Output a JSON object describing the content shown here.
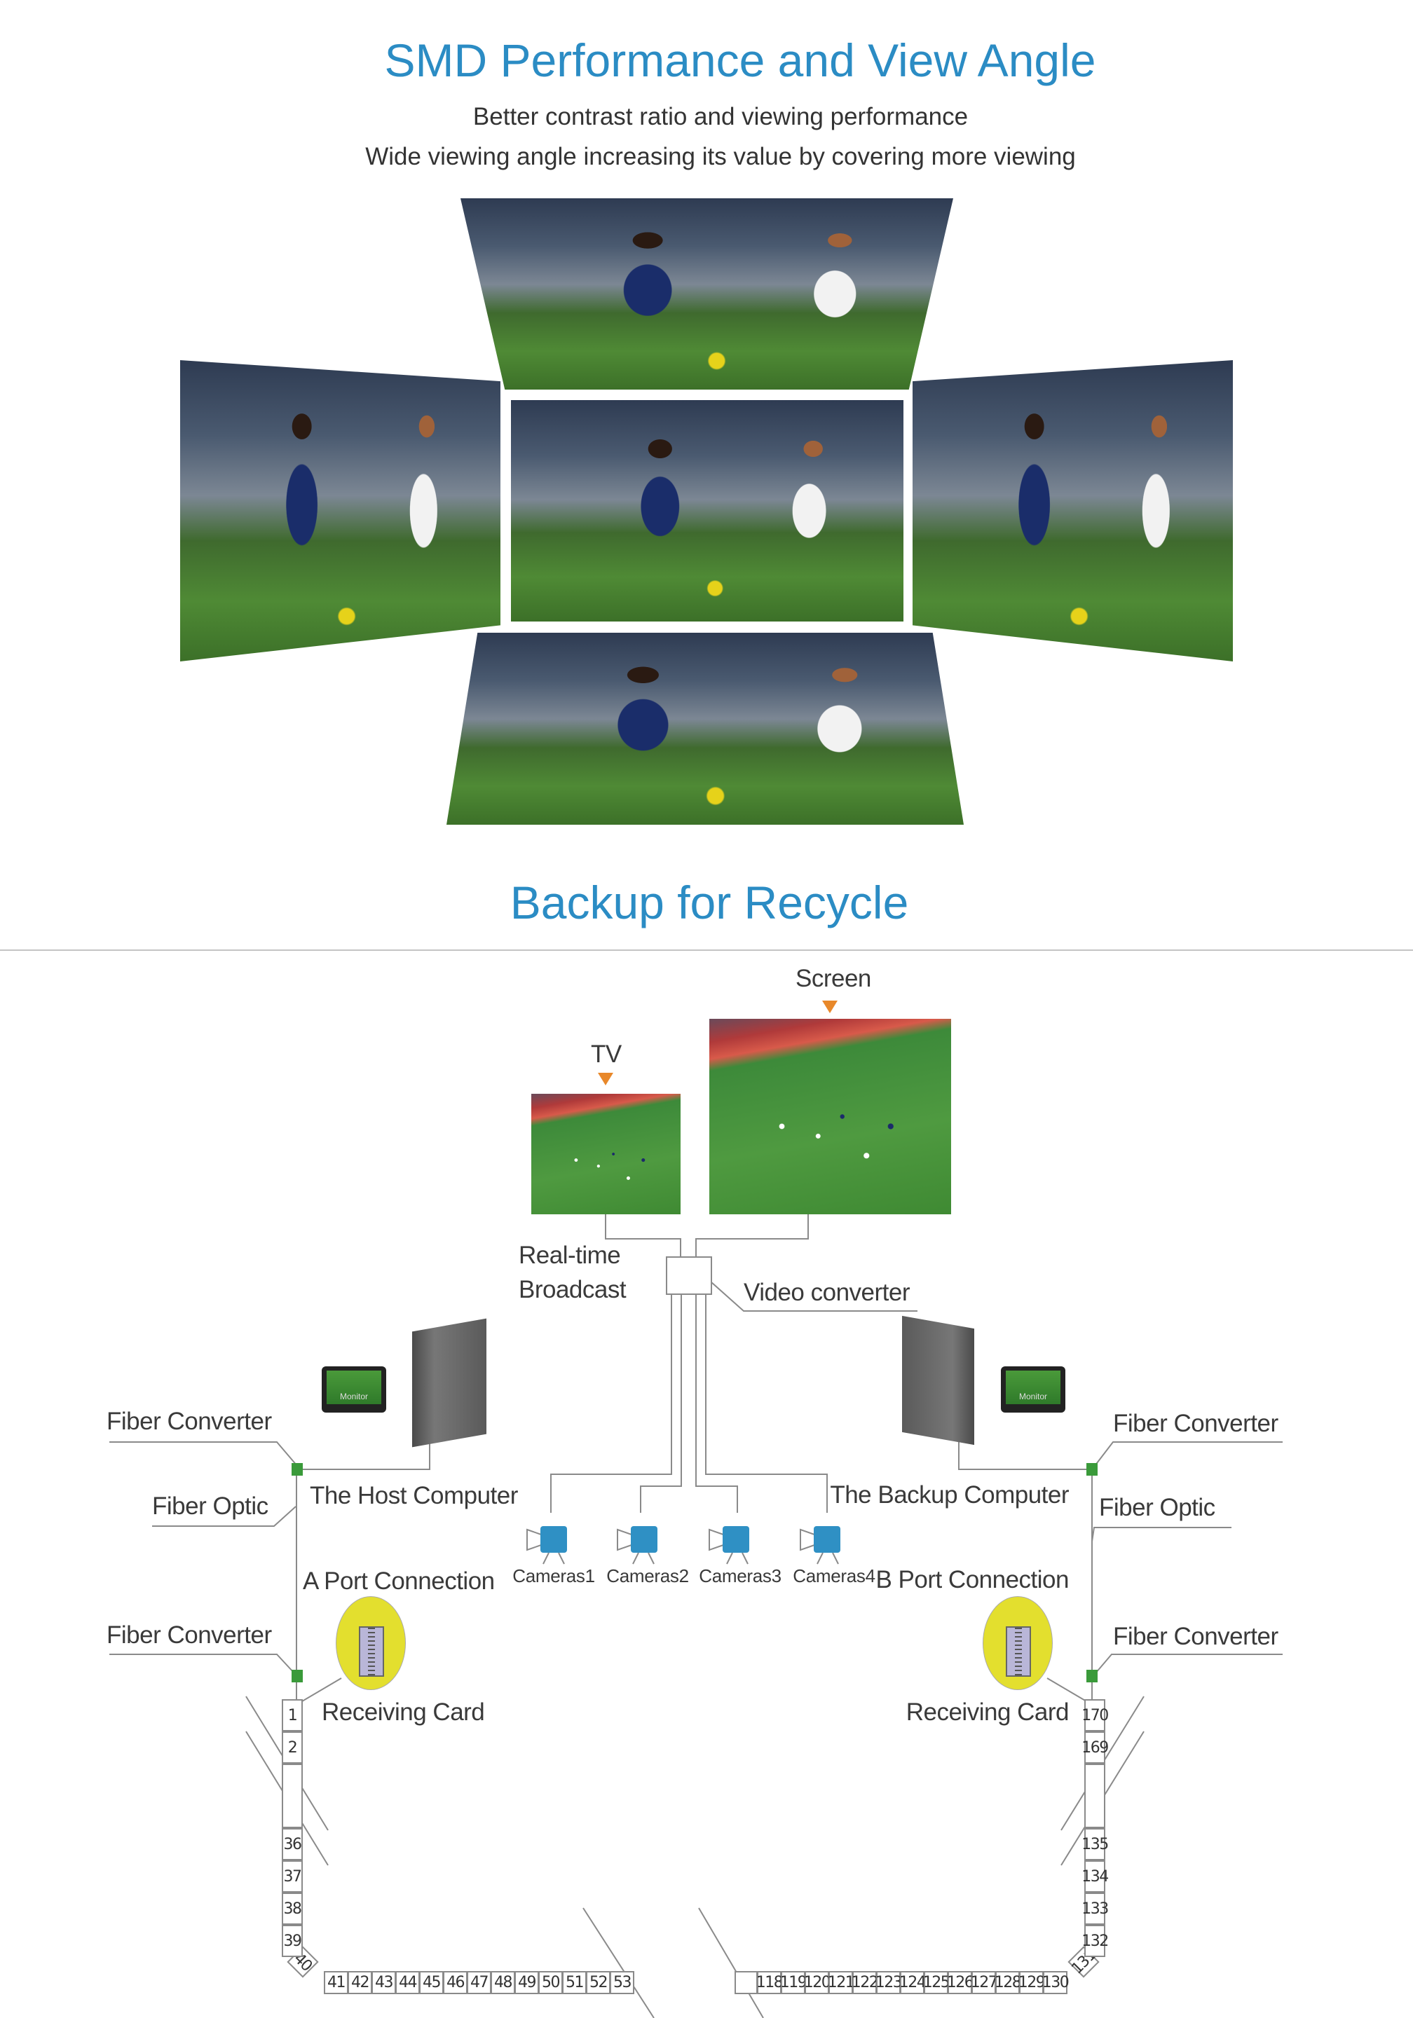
{
  "section1": {
    "title": "SMD Performance and View Angle",
    "subtitle_1": "Better contrast ratio and viewing performance",
    "subtitle_2": "Wide viewing angle increasing its value by covering more viewing"
  },
  "section2": {
    "title": "Backup for Recycle",
    "screen_label": "Screen",
    "tv_label": "TV",
    "realtime_label_1": "Real-time",
    "realtime_label_2": "Broadcast",
    "video_converter_label": "Video converter",
    "host_computer_label": "The Host Computer",
    "backup_computer_label": "The Backup Computer",
    "fiber_converter_label": "Fiber Converter",
    "fiber_optic_label": "Fiber Optic",
    "a_port_label": "A Port Connection",
    "b_port_label": "B Port Connection",
    "receiving_card_label": "Receiving Card",
    "monitor_text": "Monitor",
    "cameras": [
      "Cameras1",
      "Cameras2",
      "Cameras3",
      "Cameras4"
    ],
    "left_column": [
      "1",
      "2",
      "",
      "36",
      "37",
      "38",
      "39"
    ],
    "left_corner": "40",
    "left_row": [
      "41",
      "42",
      "43",
      "44",
      "45",
      "46",
      "47",
      "48",
      "49",
      "50",
      "51",
      "52",
      "53"
    ],
    "right_column": [
      "170",
      "169",
      "",
      "135",
      "134",
      "133",
      "132"
    ],
    "right_corner": "131",
    "right_row": [
      "",
      "118",
      "119",
      "120",
      "121",
      "122",
      "123",
      "124",
      "125",
      "126",
      "127",
      "128",
      "129",
      "130"
    ]
  },
  "colors": {
    "title": "#2b8cc4",
    "camera": "#2f90c4",
    "converter": "#3a9a3a",
    "arrow": "#e8882a",
    "card": "#e3df2e"
  }
}
